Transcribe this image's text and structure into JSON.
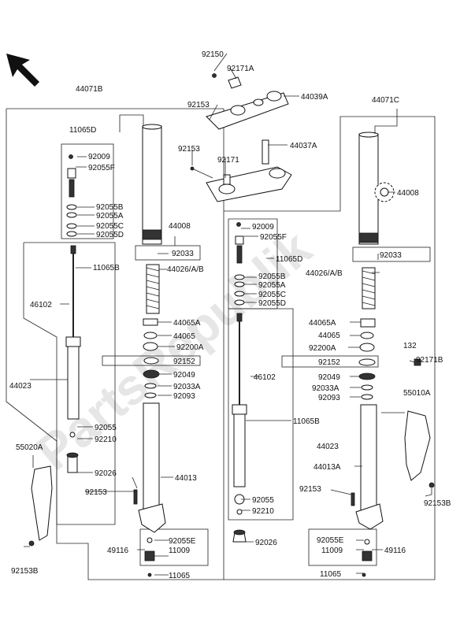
{
  "watermark": "PartsRepublik",
  "parts": {
    "p44071B": "44071B",
    "p11065D_left": "11065D",
    "p92009_left": "92009",
    "p92055F_left": "92055F",
    "p92055B_left": "92055B",
    "p92055A_left": "92055A",
    "p92055C_left": "92055C",
    "p92055D_left": "92055D",
    "p11065B_left": "11065B",
    "p46102_left": "46102",
    "p44023_left": "44023",
    "p92055_left": "92055",
    "p92210_left": "92210",
    "p92026_left": "92026",
    "p55020A": "55020A",
    "p92153_left": "92153",
    "p92153B_left": "92153B",
    "p44008_left": "44008",
    "p92033_left": "92033",
    "p44026_left": "44026/A/B",
    "p44065A_left": "44065A",
    "p44065_left": "44065",
    "p92200A_left": "92200A",
    "p92152_left": "92152",
    "p92049_left": "92049",
    "p92033A_left": "92033A",
    "p92093_left": "92093",
    "p44013": "44013",
    "p92055E_left": "92055E",
    "p49116_left": "49116",
    "p11009_left": "11009",
    "p11065_left": "11065",
    "p92150": "92150",
    "p92171A": "92171A",
    "p44039A": "44039A",
    "p92153_top": "92153",
    "p92153_mid": "92153",
    "p92171": "92171",
    "p44037A": "44037A",
    "p44071C": "44071C",
    "p44008_right": "44008",
    "p92009_right": "92009",
    "p92055F_right": "92055F",
    "p11065D_right": "11065D",
    "p92033_right": "92033",
    "p92055B_right": "92055B",
    "p92055A_right": "92055A",
    "p92055C_right": "92055C",
    "p92055D_right": "92055D",
    "p44026_right": "44026/A/B",
    "p44065A_right": "44065A",
    "p44065_right": "44065",
    "p92200A_right": "92200A",
    "p92152_right": "92152",
    "p92049_right": "92049",
    "p92033A_right": "92033A",
    "p92093_right": "92093",
    "p46102_right": "46102",
    "p11065B_right": "11065B",
    "p44023_right": "44023",
    "p44013A": "44013A",
    "p92153_right": "92153",
    "p92055_right": "92055",
    "p92210_right": "92210",
    "p92026_right": "92026",
    "p92055E_right": "92055E",
    "p11009_right": "11009",
    "p49116_right": "49116",
    "p11065_right": "11065",
    "p132": "132",
    "p92171B": "92171B",
    "p55010A": "55010A",
    "p92153B_right": "92153B"
  }
}
